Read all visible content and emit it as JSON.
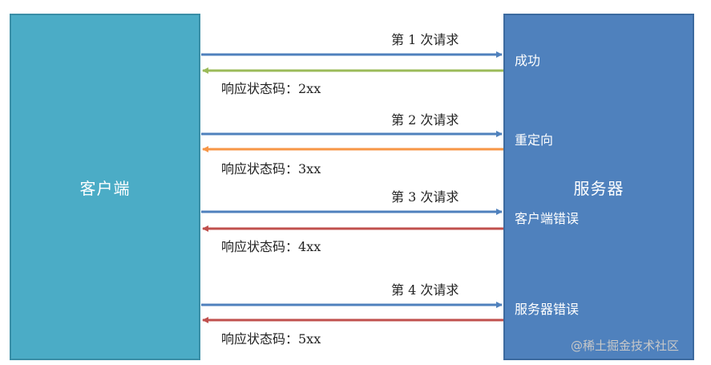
{
  "client": {
    "label": "客户端"
  },
  "server": {
    "label": "服务器"
  },
  "exchanges": [
    {
      "request": "第 1 次请求",
      "result": "成功",
      "response": "响应状态码：2xx",
      "response_color": "#9bbb59"
    },
    {
      "request": "第 2 次请求",
      "result": "重定向",
      "response": "响应状态码：3xx",
      "response_color": "#f79646"
    },
    {
      "request": "第 3 次请求",
      "result": "客户端错误",
      "response": "响应状态码：4xx",
      "response_color": "#c0504d"
    },
    {
      "request": "第 4 次请求",
      "result": "服务器错误",
      "response": "响应状态码：5xx",
      "response_color": "#c0504d"
    }
  ],
  "request_color": "#4f81bd",
  "watermark": "@稀土掘金技术社区"
}
